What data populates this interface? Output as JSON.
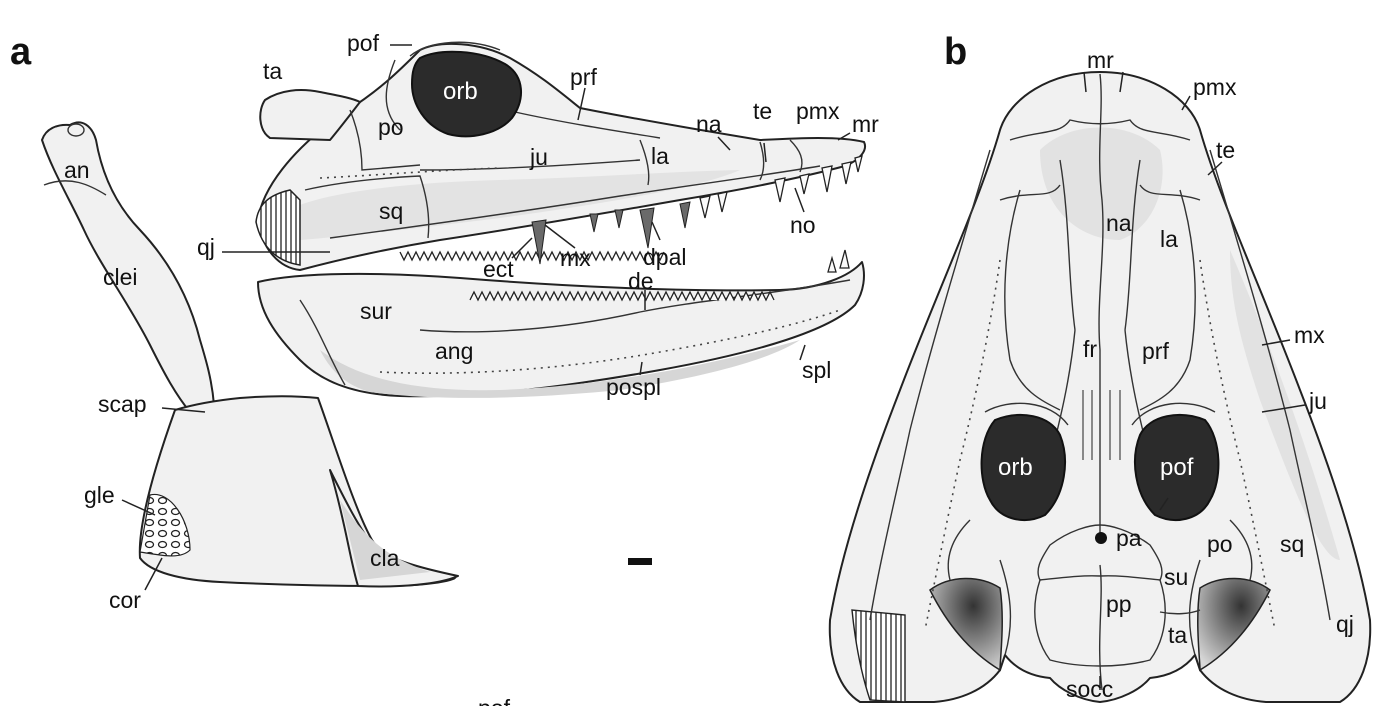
{
  "panels": {
    "a": "a",
    "b": "b"
  },
  "labels_a": {
    "pof": "pof",
    "ta": "ta",
    "orb": "orb",
    "po": "po",
    "prf": "prf",
    "ju": "ju",
    "la": "la",
    "na": "na",
    "te": "te",
    "pmx": "pmx",
    "mr": "mr",
    "sq": "sq",
    "no": "no",
    "qj": "qj",
    "ect": "ect",
    "mx": "mx",
    "dpal": "dpal",
    "de": "de",
    "sur": "sur",
    "ang": "ang",
    "spl": "spl",
    "pospl": "pospl",
    "an": "an",
    "clei": "clei",
    "scap": "scap",
    "gle": "gle",
    "cor": "cor",
    "cla": "cla"
  },
  "labels_b": {
    "mr": "mr",
    "pmx": "pmx",
    "te": "te",
    "na": "na",
    "la": "la",
    "mx": "mx",
    "fr": "fr",
    "prf": "prf",
    "ju": "ju",
    "orb": "orb",
    "pof": "pof",
    "pa": "pa",
    "po": "po",
    "sq": "sq",
    "su": "su",
    "pp": "pp",
    "ta": "ta",
    "qj": "qj",
    "socc": "socc"
  },
  "footer": "pof",
  "colors": {
    "orbit_fill": "#2b2b2b",
    "bone_fill": "#f1f1f1",
    "outline": "#222222"
  }
}
